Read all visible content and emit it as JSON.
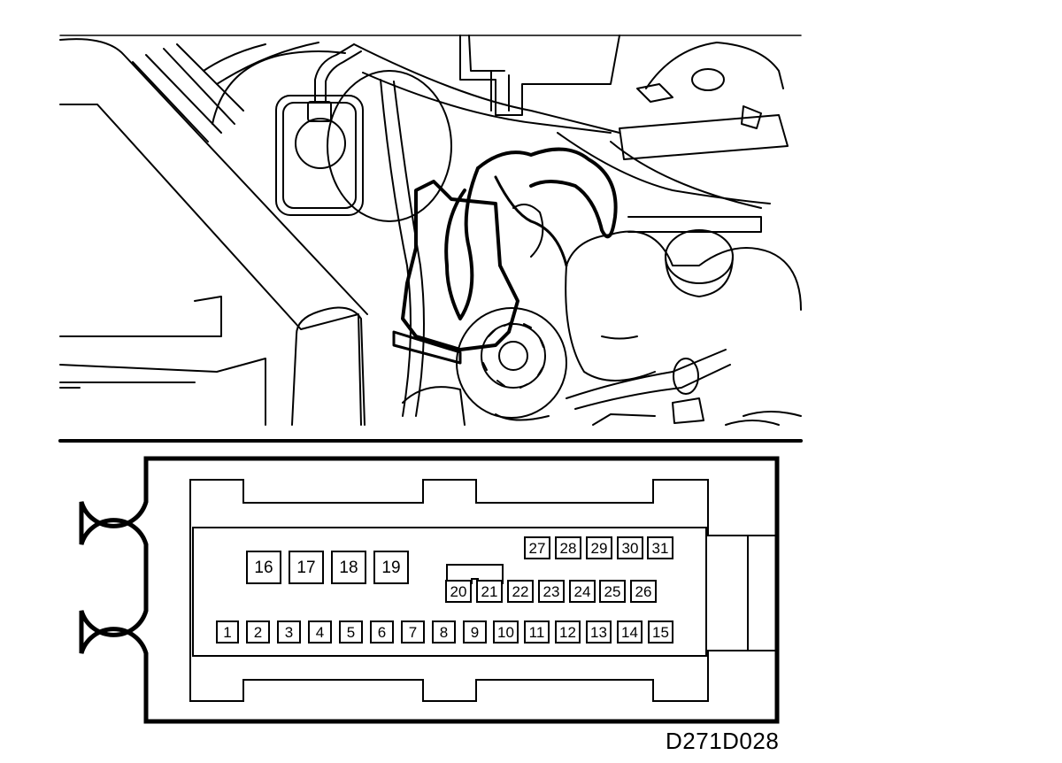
{
  "figure": {
    "reference_code": "D271D028"
  },
  "connector": {
    "pins": [
      {
        "label": "1"
      },
      {
        "label": "2"
      },
      {
        "label": "3"
      },
      {
        "label": "4"
      },
      {
        "label": "5"
      },
      {
        "label": "6"
      },
      {
        "label": "7"
      },
      {
        "label": "8"
      },
      {
        "label": "9"
      },
      {
        "label": "10"
      },
      {
        "label": "11"
      },
      {
        "label": "12"
      },
      {
        "label": "13"
      },
      {
        "label": "14"
      },
      {
        "label": "15"
      },
      {
        "label": "16"
      },
      {
        "label": "17"
      },
      {
        "label": "18"
      },
      {
        "label": "19"
      },
      {
        "label": "20"
      },
      {
        "label": "21"
      },
      {
        "label": "22"
      },
      {
        "label": "23"
      },
      {
        "label": "24"
      },
      {
        "label": "25"
      },
      {
        "label": "26"
      },
      {
        "label": "27"
      },
      {
        "label": "28"
      },
      {
        "label": "29"
      },
      {
        "label": "30"
      },
      {
        "label": "31"
      }
    ]
  }
}
